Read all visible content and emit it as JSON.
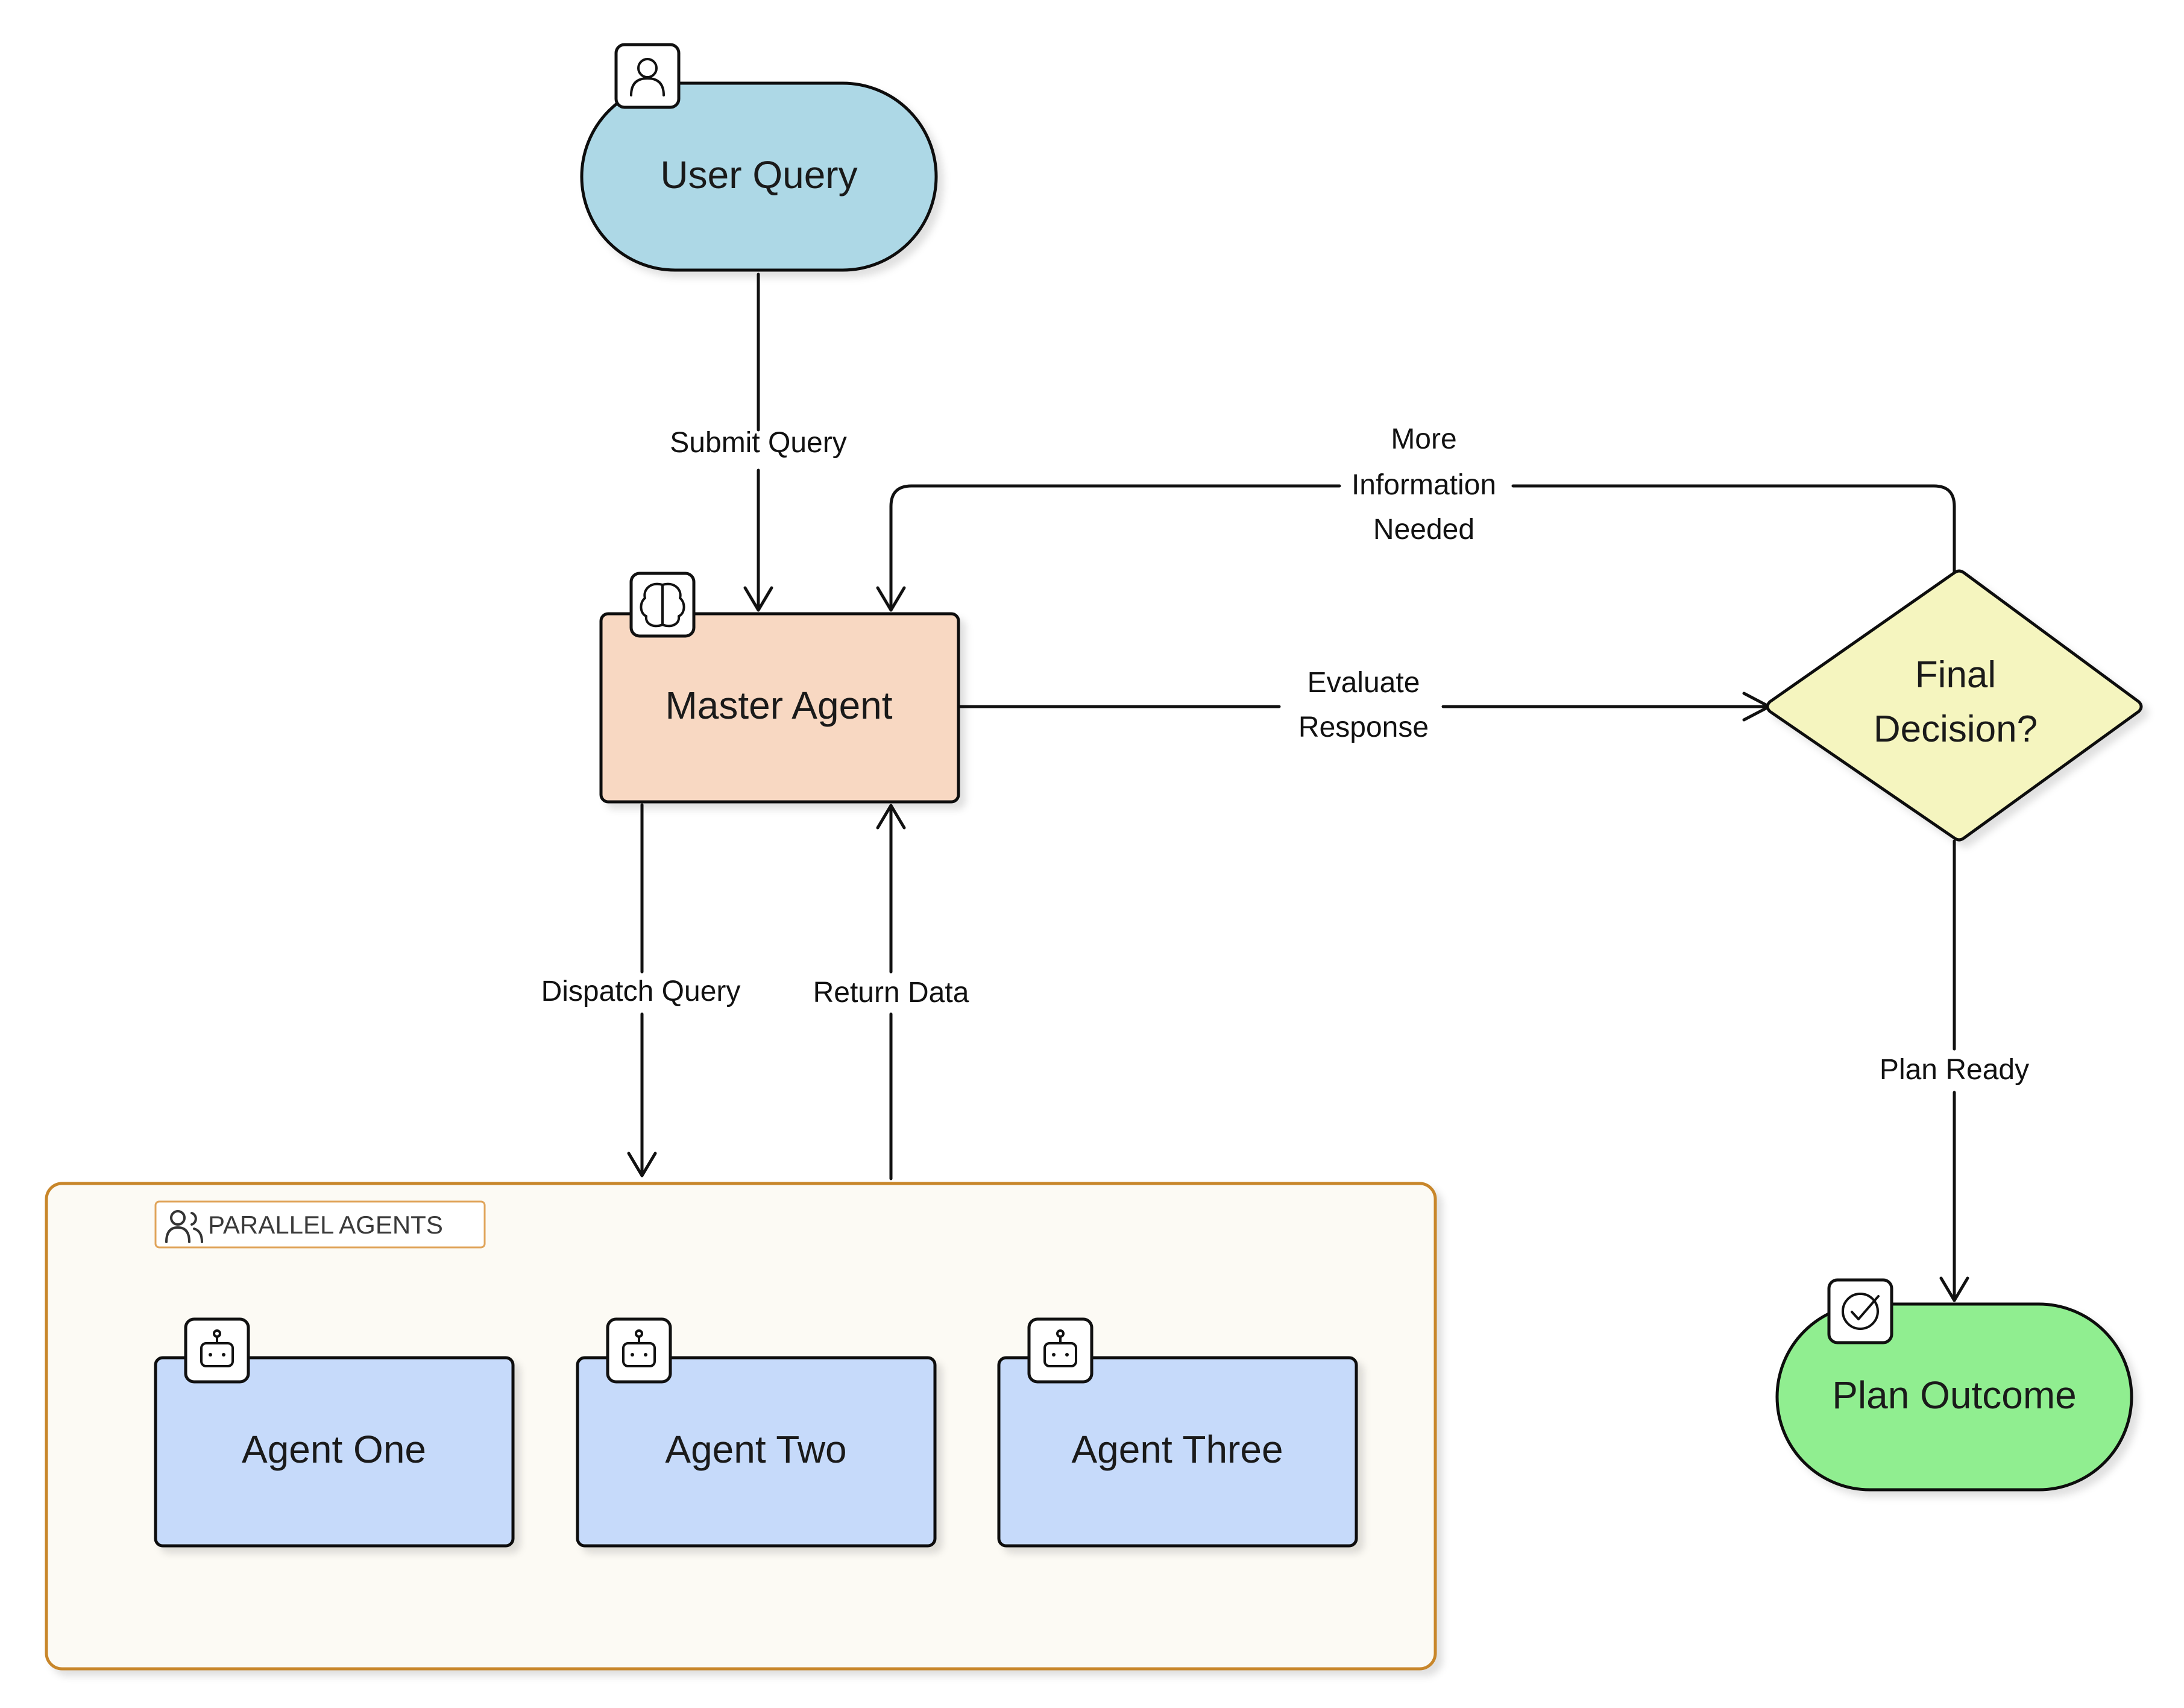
{
  "nodes": {
    "user_query": {
      "label": "User Query",
      "fill": "#add8e6",
      "icon": "user-icon"
    },
    "master_agent": {
      "label": "Master Agent",
      "fill": "#f8d8c2",
      "icon": "brain-icon"
    },
    "final_decision": {
      "line1": "Final",
      "line2": "Decision?",
      "fill": "#f5f5bf"
    },
    "plan_outcome": {
      "label": "Plan Outcome",
      "fill": "#90ee90",
      "icon": "check-circle-icon"
    },
    "agent_one": {
      "label": "Agent One",
      "fill": "#c6dafa",
      "icon": "robot-icon"
    },
    "agent_two": {
      "label": "Agent Two",
      "fill": "#c6dafa",
      "icon": "robot-icon"
    },
    "agent_three": {
      "label": "Agent Three",
      "fill": "#c6dafa",
      "icon": "robot-icon"
    }
  },
  "group": {
    "label": "PARALLEL AGENTS",
    "border": "#c8862a",
    "fill": "#fcfaf4",
    "icon": "users-icon"
  },
  "edges": {
    "submit_query": "Submit Query",
    "more_info_1": "More",
    "more_info_2": "Information",
    "more_info_3": "Needed",
    "evaluate_1": "Evaluate",
    "evaluate_2": "Response",
    "dispatch_query": "Dispatch Query",
    "return_data": "Return Data",
    "plan_ready": "Plan Ready"
  }
}
